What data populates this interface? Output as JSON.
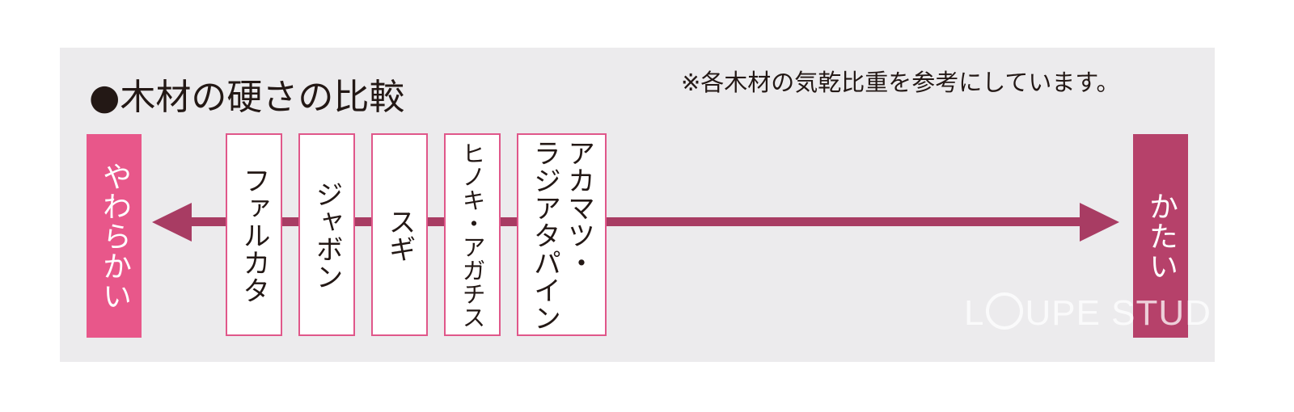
{
  "title": "●木材の硬さの比較",
  "note": "※各木材の気乾比重を参考にしています。",
  "scale": {
    "soft_label": "やわらかい",
    "hard_label": "かたい"
  },
  "woods": [
    {
      "label": "ファルカタ"
    },
    {
      "label": "ジャボン"
    },
    {
      "label": "スギ"
    },
    {
      "label": "ヒノキ・アガチス"
    },
    {
      "label": "アカマツ・\nラジアタパイン"
    }
  ],
  "watermark": {
    "prefix": "L",
    "suffix": "UPE STUDIO"
  },
  "colors": {
    "panel": "#ecebed",
    "arrow": "#a83c63",
    "soft": "#e8578a",
    "hard": "#b6416a",
    "box_border": "#e0578a"
  }
}
